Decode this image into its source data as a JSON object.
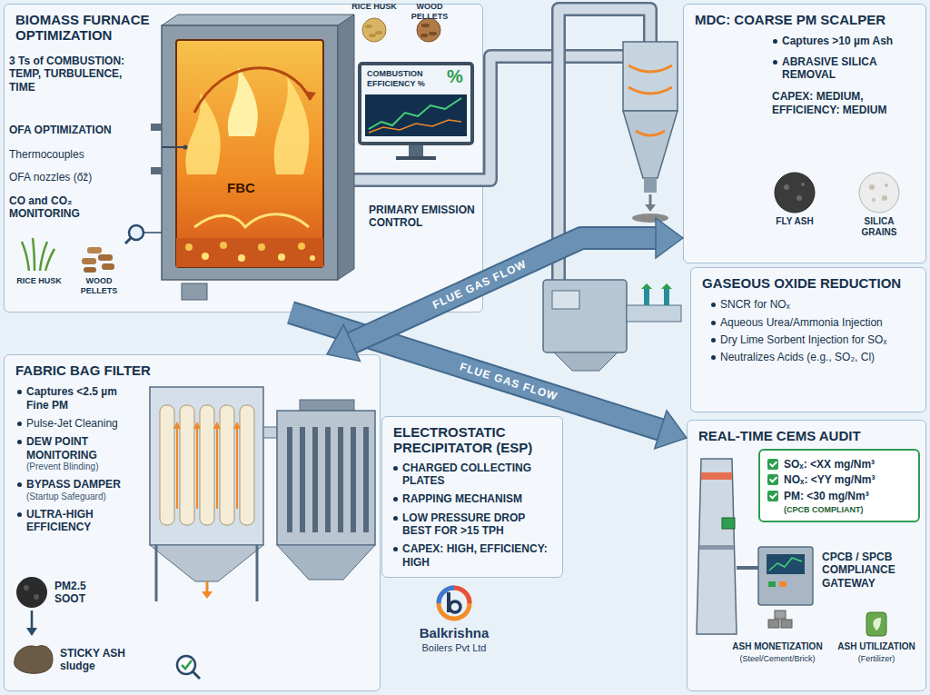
{
  "diagram": {
    "nodes": [
      {
        "text": [
          "BIOMASS FURNACE OPTIMIZATION"
        ]
      },
      {
        "text": [
          "COMBUSTION EFFICIENCY %"
        ],
        "in": 0
      },
      {
        "text": [
          "MDC: COARSE PM SCALPER"
        ]
      },
      {
        "text": [
          "GASEOUS OXIDE REDUCTION"
        ]
      },
      {
        "text": [
          "FABRIC BAG FILTER"
        ]
      },
      {
        "text": [
          "ELECTROSTATIC PRECIPITATOR (ESP)"
        ]
      },
      {
        "text": [
          "REAL-TIME CEMS AUDIT"
        ]
      },
      {
        "text": [
          "SOₓ: <XX mg/Nm³",
          "NOₓ: <YY mg/Nm³",
          "PM: <30 mg/Nm³",
          "(CPCB COMPLIANT)"
        ],
        "in": 6
      }
    ],
    "edges": [
      {
        "from": 0,
        "to": 6,
        "arrow": "to",
        "label": "FLUE GAS FLOW"
      },
      {
        "from": 2,
        "to": 4,
        "arrow": "both",
        "label": "FLUE GAS FLOW"
      }
    ],
    "labels": [
      "RICE HUSK",
      "WOOD PELLETS",
      "3 Ts of COMBUSTION: TEMP, TURBULENCE, TIME",
      "OFA OPTIMIZATION",
      "Thermocouples",
      "OFA nozzles (őž)",
      "CO and CO₂ MONITORING",
      "FBC",
      "%",
      "PRIMARY EMISSION CONTROL",
      "RICE HUSK",
      "WOOD PELLETS",
      "Captures >10 µm Ash",
      "ABRASIVE SILICA REMOVAL",
      "CAPEX: MEDIUM, EFFICIENCY: MEDIUM",
      "FLY ASH",
      "SILICA GRAINS",
      "SNCR for NOₓ",
      "Aqueous Urea/Ammonia Injection",
      "Dry Lime Sorbent Injection for SOₓ",
      "Neutralizes Acids (e.g., SO₂, Cl)",
      "Captures <2.5 µm Fine PM",
      "Pulse-Jet Cleaning",
      "DEW POINT MONITORING",
      "(Prevent Blinding)",
      "BYPASS DAMPER",
      "(Startup Safeguard)",
      "ULTRA-HIGH EFFICIENCY",
      "PM2.5 SOOT",
      "STICKY ASH sludge",
      "CHARGED COLLECTING PLATES",
      "RAPPING MECHANISM",
      "LOW PRESSURE DROP BEST FOR >15 TPH",
      "CAPEX: HIGH, EFFICIENCY: HIGH",
      "CPCB / SPCB COMPLIANCE GATEWAY",
      "ASH MONETIZATION",
      "(Steel/Cement/Brick)",
      "ASH UTILIZATION",
      "(Fertilizer)",
      "Balkrishna",
      "Boilers Pvt Ltd"
    ]
  }
}
